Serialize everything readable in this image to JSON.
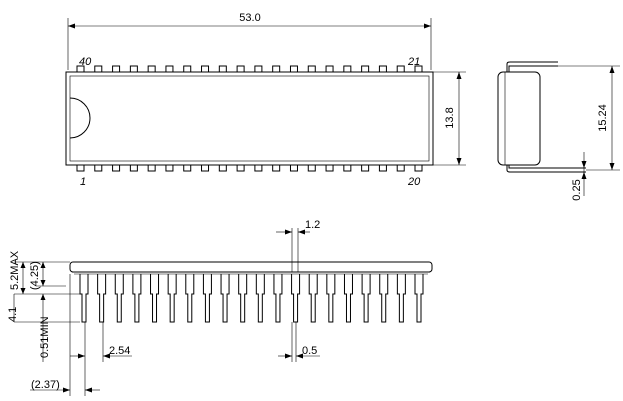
{
  "top_view": {
    "length_label": "53.0",
    "width_label": "13.8",
    "pin_labels": {
      "top_left": "40",
      "top_right": "21",
      "bottom_left": "1",
      "bottom_right": "20"
    }
  },
  "end_view": {
    "row_spacing_label": "15.24",
    "lead_thickness_label": "0.25"
  },
  "side_view": {
    "lead_width_label": "1.2",
    "height_max_label": "5.2MAX",
    "body_height_label": "(4.25)",
    "lead_length_label": "4.1",
    "standoff_label": "0.51MIN",
    "pitch_label": "2.54",
    "lead_tip_label": "0.5",
    "end_offset_label": "(2.37)"
  }
}
